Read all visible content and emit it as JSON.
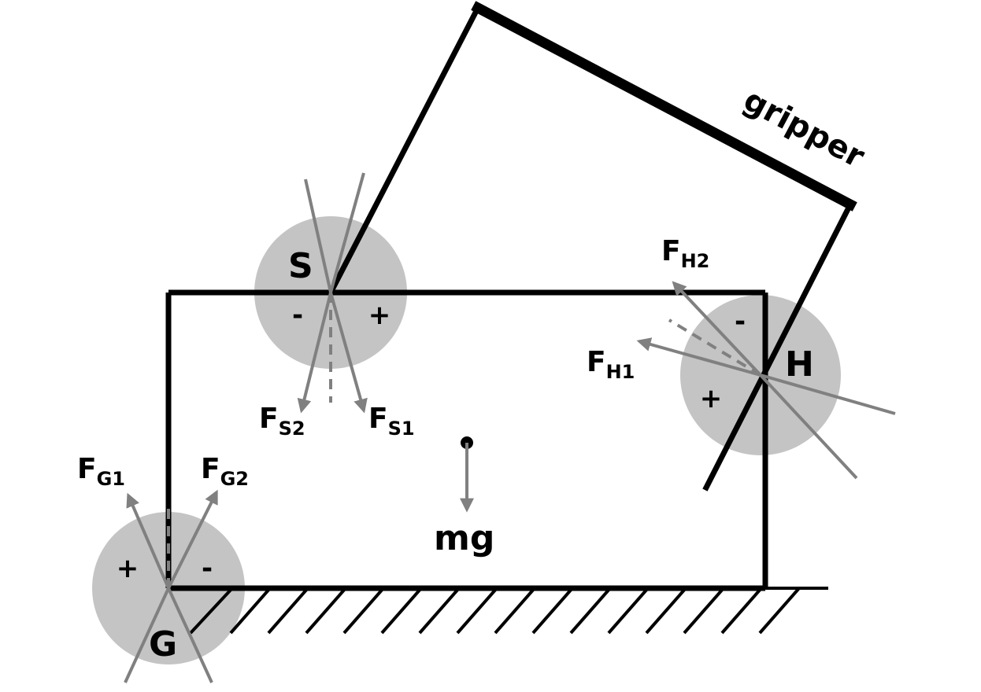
{
  "colors": {
    "outline": "#000000",
    "force_arrow": "#808080",
    "friction_cone": "#c4c4c4",
    "background": "#ffffff"
  },
  "labels": {
    "gripper": "gripper",
    "mg": "mg",
    "points": {
      "S": "S",
      "H": "H",
      "G": "G"
    },
    "forces": {
      "FS1": {
        "main": "F",
        "sub": "S1"
      },
      "FS2": {
        "main": "F",
        "sub": "S2"
      },
      "FH1": {
        "main": "F",
        "sub": "H1"
      },
      "FH2": {
        "main": "F",
        "sub": "H2"
      },
      "FG1": {
        "main": "F",
        "sub": "G1"
      },
      "FG2": {
        "main": "F",
        "sub": "G2"
      }
    },
    "signs": {
      "S_left": "-",
      "S_right": "+",
      "H_top": "-",
      "H_bottom": "+",
      "G_left": "+",
      "G_right": "-"
    }
  }
}
